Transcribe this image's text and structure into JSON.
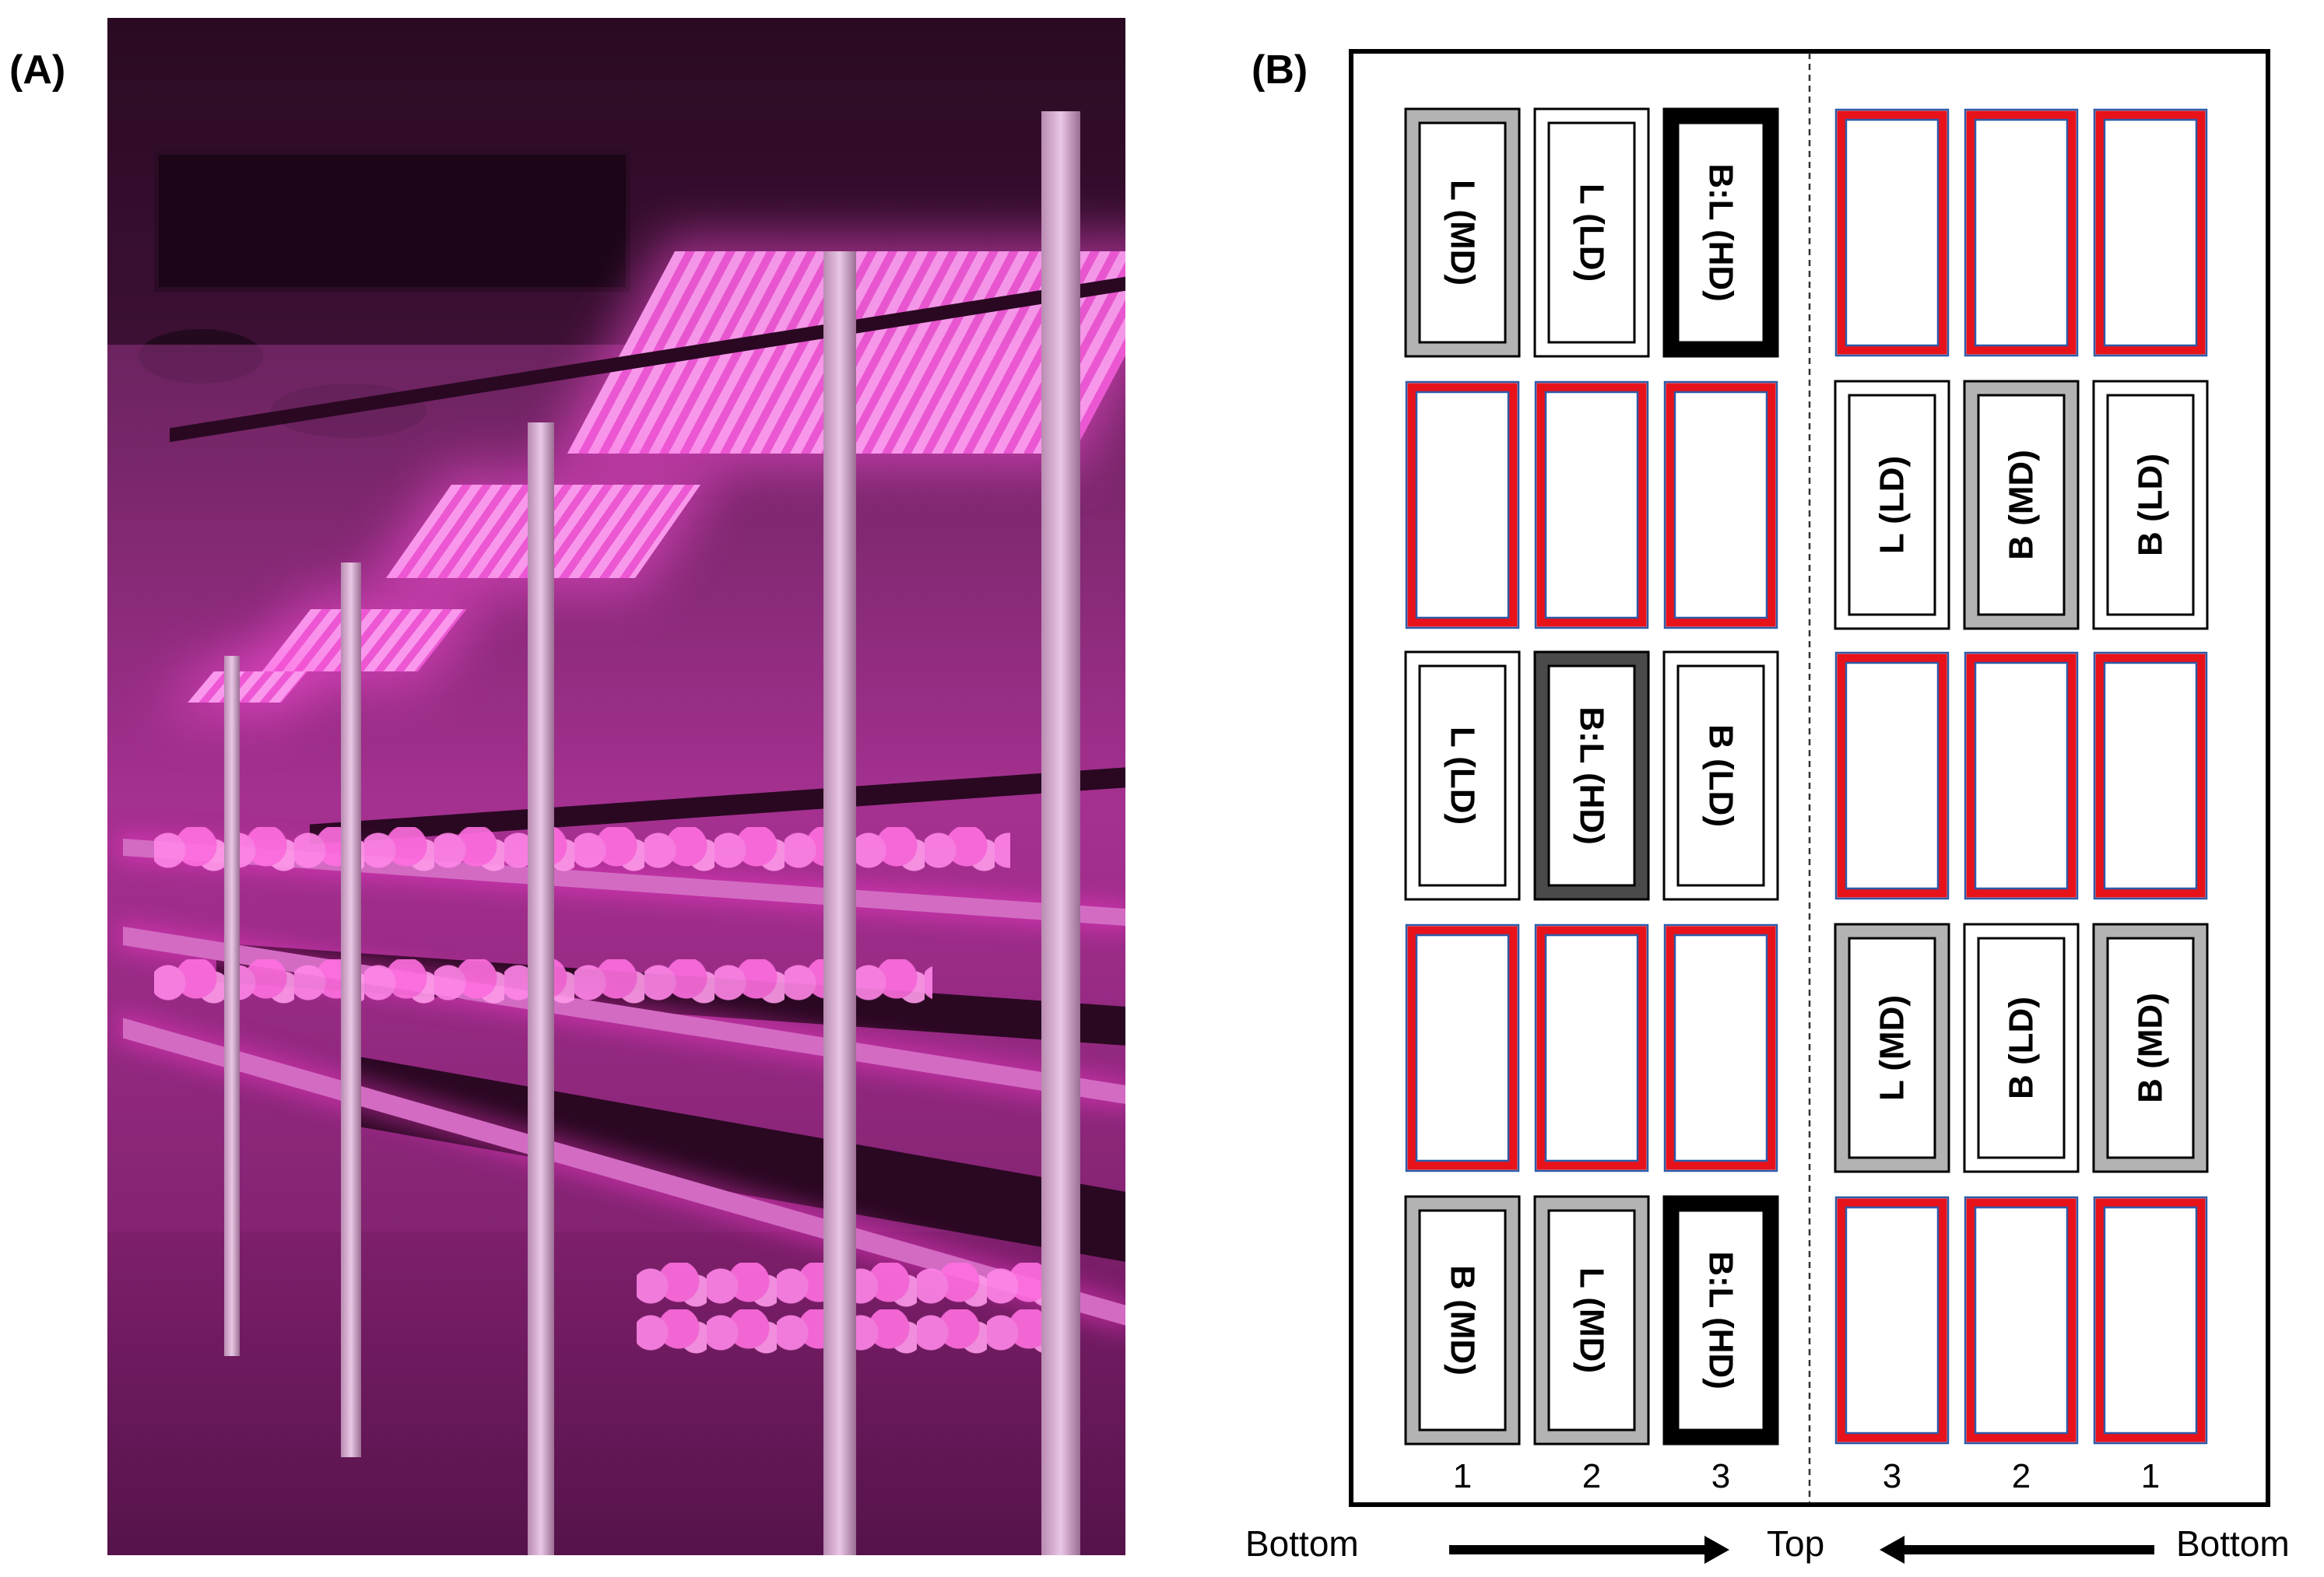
{
  "panel_a": {
    "label": "(A)"
  },
  "panel_b": {
    "label": "(B)",
    "left_columns": [
      "1",
      "2",
      "3"
    ],
    "right_columns": [
      "3",
      "2",
      "1"
    ],
    "rows": [
      {
        "left": [
          {
            "text": "L (MD)",
            "style": "md"
          },
          {
            "text": "L (LD)",
            "style": "ld"
          },
          {
            "text": "B:L (HD)",
            "style": "hd"
          }
        ],
        "right": [
          {
            "text": "",
            "style": "empty"
          },
          {
            "text": "",
            "style": "empty"
          },
          {
            "text": "",
            "style": "empty"
          }
        ]
      },
      {
        "left": [
          {
            "text": "",
            "style": "empty"
          },
          {
            "text": "",
            "style": "empty"
          },
          {
            "text": "",
            "style": "empty"
          }
        ],
        "right": [
          {
            "text": "L (LD)",
            "style": "ld"
          },
          {
            "text": "B (MD)",
            "style": "md"
          },
          {
            "text": "B (LD)",
            "style": "ld"
          }
        ]
      },
      {
        "left": [
          {
            "text": "L (LD)",
            "style": "ld"
          },
          {
            "text": "B:L (HD)",
            "style": "hd-gray"
          },
          {
            "text": "B (LD)",
            "style": "ld"
          }
        ],
        "right": [
          {
            "text": "",
            "style": "empty"
          },
          {
            "text": "",
            "style": "empty"
          },
          {
            "text": "",
            "style": "empty"
          }
        ]
      },
      {
        "left": [
          {
            "text": "",
            "style": "empty"
          },
          {
            "text": "",
            "style": "empty"
          },
          {
            "text": "",
            "style": "empty"
          }
        ],
        "right": [
          {
            "text": "L (MD)",
            "style": "md"
          },
          {
            "text": "B (LD)",
            "style": "ld"
          },
          {
            "text": "B (MD)",
            "style": "md"
          }
        ]
      },
      {
        "left": [
          {
            "text": "B (MD)",
            "style": "md"
          },
          {
            "text": "L (MD)",
            "style": "md"
          },
          {
            "text": "B:L (HD)",
            "style": "hd"
          }
        ],
        "right": [
          {
            "text": "",
            "style": "empty"
          },
          {
            "text": "",
            "style": "empty"
          },
          {
            "text": "",
            "style": "empty"
          }
        ]
      }
    ],
    "axis": {
      "left": "Bottom",
      "center": "Top",
      "right": "Bottom"
    },
    "colors": {
      "md_border": "#b3b3b3",
      "hd_border": "#000000",
      "hd_gray_border": "#4a4a4a",
      "empty_outer": "#e8121b",
      "empty_inner": "#2e5aa8"
    }
  }
}
